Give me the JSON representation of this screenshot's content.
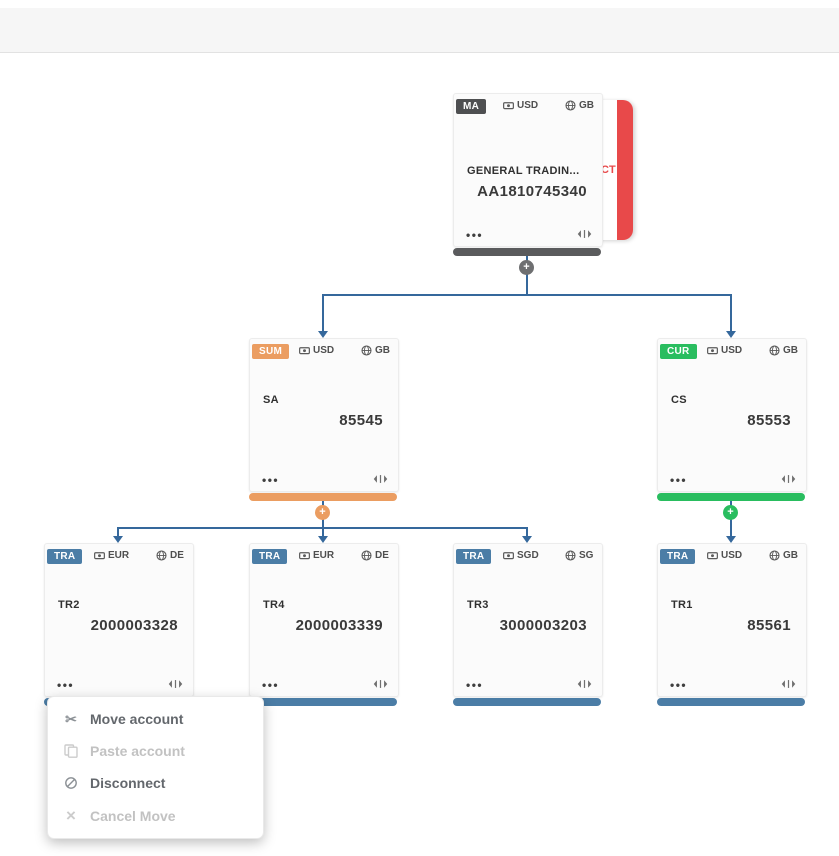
{
  "tree": {
    "plus_symbol": "+",
    "line_color": "#35689c"
  },
  "card_ui": {
    "menu_dots": "•••"
  },
  "accounts": [
    {
      "badge": "MA",
      "badge_color": "#4e4f51",
      "bar_color": "#5a5b5d",
      "plus_color": "#6e6f71",
      "currency": "USD",
      "country": "GB",
      "name": "GENERAL TRADIN...",
      "number": "AA1810745340",
      "side_tab": "CT",
      "side_tab_color": "#e8494a"
    },
    {
      "badge": "SUM",
      "badge_color": "#eb9d61",
      "bar_color": "#eb9d61",
      "plus_color": "#eb9d61",
      "currency": "USD",
      "country": "GB",
      "name": "SA",
      "number": "85545"
    },
    {
      "badge": "CUR",
      "badge_color": "#29bd5f",
      "bar_color": "#29bd5f",
      "plus_color": "#29bd5f",
      "currency": "USD",
      "country": "GB",
      "name": "CS",
      "number": "85553"
    },
    {
      "badge": "TRA",
      "badge_color": "#4b7da6",
      "bar_color": "#4b7da6",
      "currency": "EUR",
      "country": "DE",
      "name": "TR2",
      "number": "2000003328"
    },
    {
      "badge": "TRA",
      "badge_color": "#4b7da6",
      "bar_color": "#4b7da6",
      "currency": "EUR",
      "country": "DE",
      "name": "TR4",
      "number": "2000003339"
    },
    {
      "badge": "TRA",
      "badge_color": "#4b7da6",
      "bar_color": "#4b7da6",
      "currency": "SGD",
      "country": "SG",
      "name": "TR3",
      "number": "3000003203"
    },
    {
      "badge": "TRA",
      "badge_color": "#4b7da6",
      "bar_color": "#4b7da6",
      "currency": "USD",
      "country": "GB",
      "name": "TR1",
      "number": "85561"
    }
  ],
  "context_menu": {
    "items": [
      {
        "label": "Move account",
        "disabled": false
      },
      {
        "label": "Paste account",
        "disabled": true
      },
      {
        "label": "Disconnect",
        "disabled": false
      },
      {
        "label": "Cancel Move",
        "disabled": true
      }
    ]
  }
}
